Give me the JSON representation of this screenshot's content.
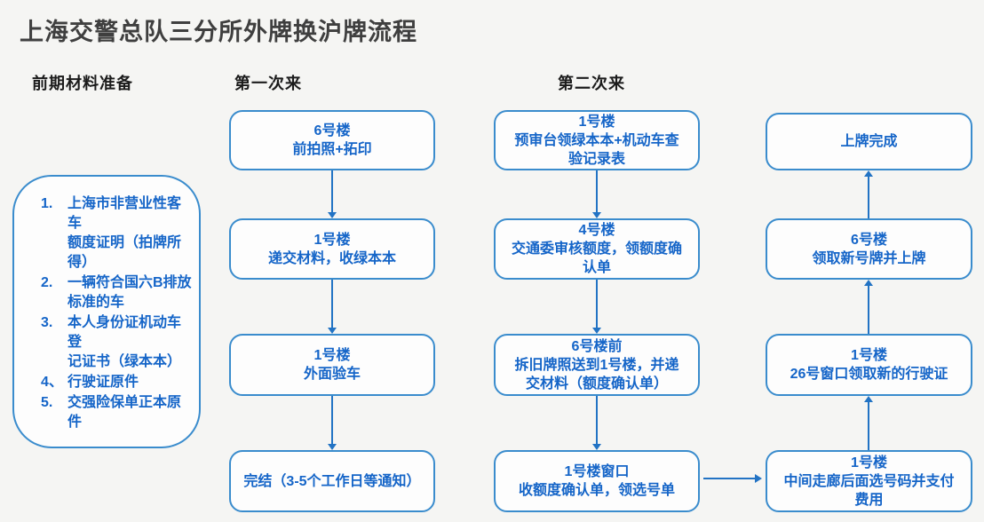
{
  "title": "上海交警总队三分所外牌换沪牌流程",
  "section_headers": {
    "materials": "前期材料准备",
    "first_visit": "第一次来",
    "second_visit": "第二次来"
  },
  "materials_list": {
    "items": [
      {
        "num": "1.",
        "text": "上海市非营业性客车\n额度证明（拍牌所得）"
      },
      {
        "num": "2.",
        "text": "一辆符合国六B排放\n标准的车"
      },
      {
        "num": "3.",
        "text": "本人身份证机动车登\n记证书（绿本本）"
      },
      {
        "num": "4、",
        "text": "行驶证原件"
      },
      {
        "num": "5.",
        "text": "交强险保单正本原件"
      }
    ]
  },
  "first_visit_flow": {
    "steps": [
      {
        "location": "6号楼",
        "action": "前拍照+拓印"
      },
      {
        "location": "1号楼",
        "action": "递交材料，收绿本本"
      },
      {
        "location": "1号楼",
        "action": "外面验车"
      },
      {
        "location": "",
        "action": "完结（3-5个工作日等通知）"
      }
    ]
  },
  "second_visit_flow": {
    "steps": [
      {
        "location": "1号楼",
        "action": "预审台领绿本本+机动车查验记录表"
      },
      {
        "location": "4号楼",
        "action": "交通委审核额度，领额度确认单"
      },
      {
        "location": "6号楼前",
        "action": "拆旧牌照送到1号楼，并递交材料（额度确认单）"
      },
      {
        "location": "1号楼窗口",
        "action": "收额度确认单，领选号单"
      }
    ]
  },
  "completion_flow": {
    "steps": [
      {
        "location": "",
        "action": "上牌完成"
      },
      {
        "location": "6号楼",
        "action": "领取新号牌并上牌"
      },
      {
        "location": "1号楼",
        "action": "26号窗口领取新的行驶证"
      },
      {
        "location": "1号楼",
        "action": "中间走廊后面选号码并支付费用"
      }
    ]
  },
  "colors": {
    "background": "#f5f5f3",
    "box_fill": "#fdfdfd",
    "box_border": "#3a8ccd",
    "box_text": "#1565c8",
    "arrow": "#2273c4",
    "title_text": "#3f3f3f",
    "header_text": "#1b1b1b"
  }
}
